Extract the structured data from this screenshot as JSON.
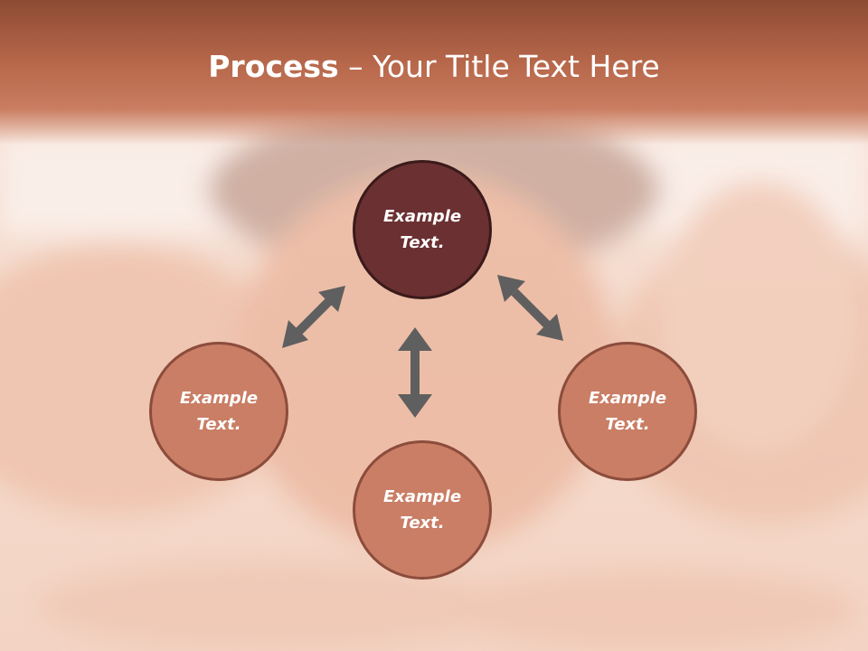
{
  "title": {
    "bold": "Process",
    "dash": " – ",
    "rest": "Your Title Text Here"
  },
  "colors": {
    "title_band": "#b8684b",
    "center_node": "#6b3032",
    "outer_node": "#c97e65",
    "arrow": "#5f5f5f"
  },
  "nodes": [
    {
      "id": "top",
      "line1": "Example",
      "line2": "Text."
    },
    {
      "id": "left",
      "line1": "Example",
      "line2": "Text."
    },
    {
      "id": "bottom",
      "line1": "Example",
      "line2": "Text."
    },
    {
      "id": "right",
      "line1": "Example",
      "line2": "Text."
    }
  ]
}
